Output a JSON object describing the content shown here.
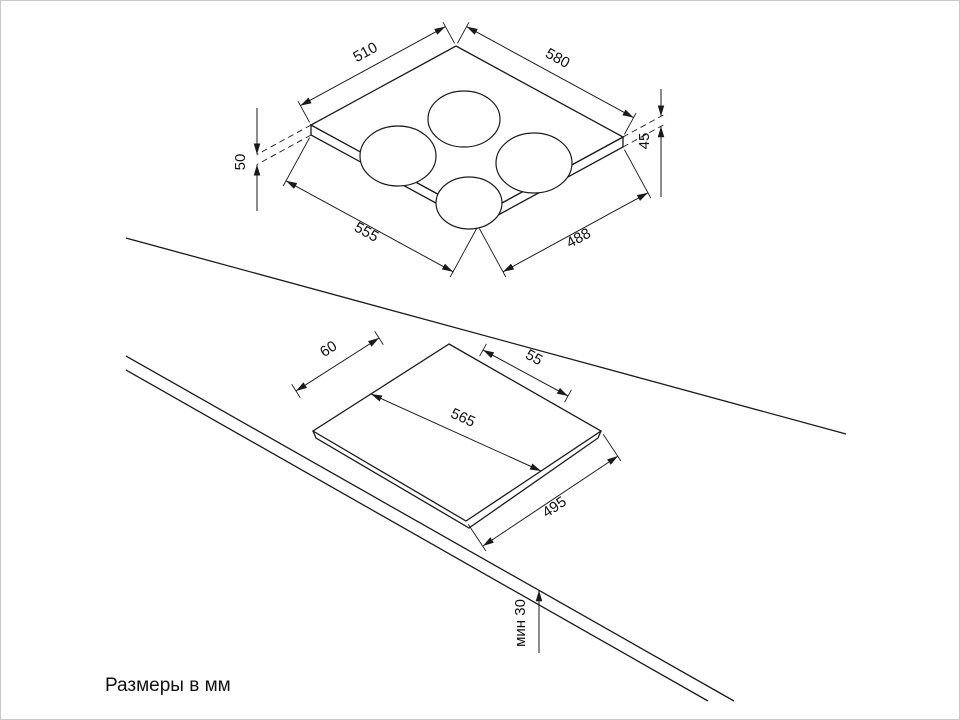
{
  "caption": "Размеры в мм",
  "hob_dims": {
    "top_left_edge": "510",
    "top_right_edge": "580",
    "left_height": "50",
    "right_height": "45",
    "bottom_left_edge": "555",
    "bottom_right_edge": "488"
  },
  "cutout_dims": {
    "rear_left_gap": "60",
    "rear_right_gap": "55",
    "length": "565",
    "depth": "495",
    "front_min_clearance": "мин 30"
  }
}
